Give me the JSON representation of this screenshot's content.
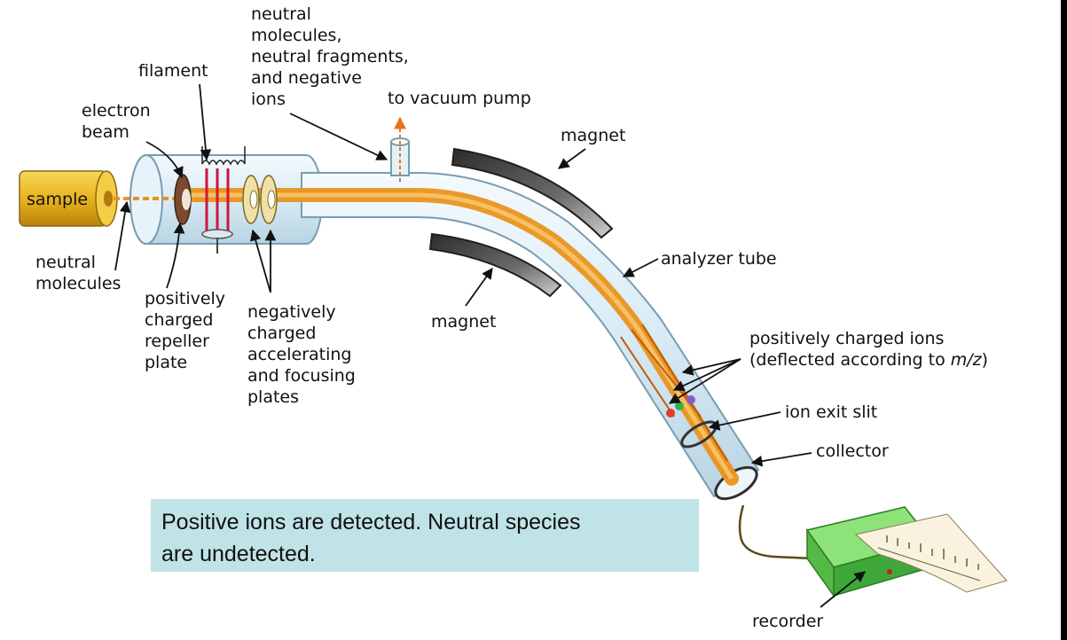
{
  "labels": {
    "sample": "sample",
    "filament": "filament",
    "electron_beam": [
      "electron",
      "beam"
    ],
    "neutral_molecules_top": [
      "neutral",
      "molecules,",
      "neutral fragments,",
      "and negative",
      "ions"
    ],
    "to_vacuum_pump": "to vacuum pump",
    "magnet_upper": "magnet",
    "magnet_lower": "magnet",
    "analyzer_tube": "analyzer tube",
    "neutral_molecules_left": [
      "neutral",
      "molecules"
    ],
    "repeller": [
      "positively",
      "charged",
      "repeller",
      "plate"
    ],
    "accelerating": [
      "negatively",
      "charged",
      "accelerating",
      "and focusing",
      "plates"
    ],
    "positive_ions_line1": "positively charged ions",
    "positive_ions_line2_prefix": "(deflected according to ",
    "positive_ions_line2_italic": "m/z",
    "positive_ions_line2_suffix": ")",
    "ion_exit_slit": "ion exit slit",
    "collector": "collector",
    "recorder": "recorder"
  },
  "caption": {
    "line1": "Positive ions are detected.  Neutral species",
    "line2": "are undetected."
  },
  "colors": {
    "tube_fill": "#dcedf6",
    "tube_stroke": "#7a9cb0",
    "beam": "#e8931f",
    "sample": "#f2c233",
    "magnet": "#5a5a5a",
    "recorder": "#5cc24a",
    "caption_bg": "#bfe3e6",
    "filament_wires": "#d0143c"
  }
}
